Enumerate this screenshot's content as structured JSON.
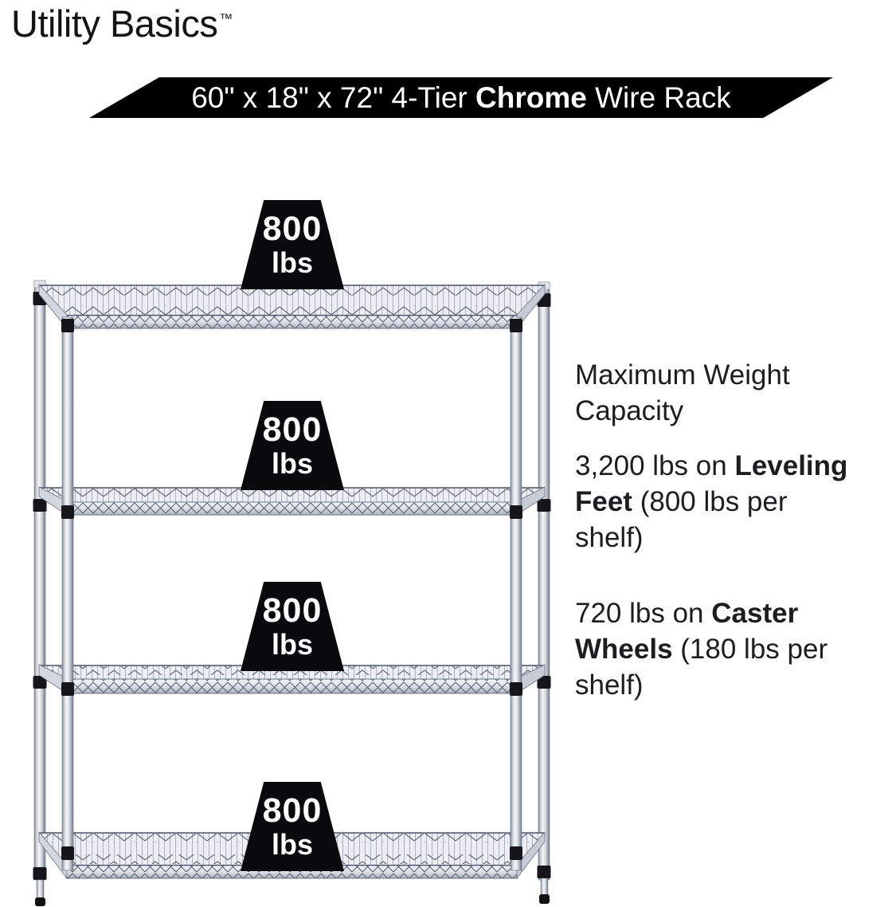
{
  "brand": {
    "name": "Utility Basics",
    "trademark": "™"
  },
  "banner": {
    "segments": [
      {
        "t": "60\" x 18\" x 72\" 4-Tier ",
        "b": false
      },
      {
        "t": "Chrome",
        "b": true
      },
      {
        "t": " Wire Rack",
        "b": false
      }
    ]
  },
  "rack": {
    "alt": "4-tier chrome wire shelving rack with leveling feet",
    "shelf_weight_labels": [
      {
        "value": "800",
        "unit": "lbs"
      },
      {
        "value": "800",
        "unit": "lbs"
      },
      {
        "value": "800",
        "unit": "lbs"
      },
      {
        "value": "800",
        "unit": "lbs"
      }
    ]
  },
  "capacity": {
    "heading": "Maximum Weight\nCapacity",
    "leveling_segments": [
      {
        "t": "3,200 lbs on ",
        "b": false
      },
      {
        "t": "Leveling\nFeet",
        "b": true
      },
      {
        "t": " (800 lbs per\nshelf)",
        "b": false
      }
    ],
    "caster_segments": [
      {
        "t": "720 lbs on ",
        "b": false
      },
      {
        "t": "Caster\nWheels",
        "b": true
      },
      {
        "t": " (180 lbs per\nshelf)",
        "b": false
      }
    ]
  },
  "colors": {
    "background": "#ffffff",
    "ribbon_bg": "#000000",
    "ribbon_text": "#ffffff",
    "weight_bg": "#0a0a0c",
    "weight_text": "#ffffff",
    "body_text": "#1d1d1f",
    "chrome_light": "#f6f7f9",
    "chrome_mid": "#ccd1d9",
    "chrome_dark": "#747b89",
    "wire_line": "#565d6e"
  }
}
